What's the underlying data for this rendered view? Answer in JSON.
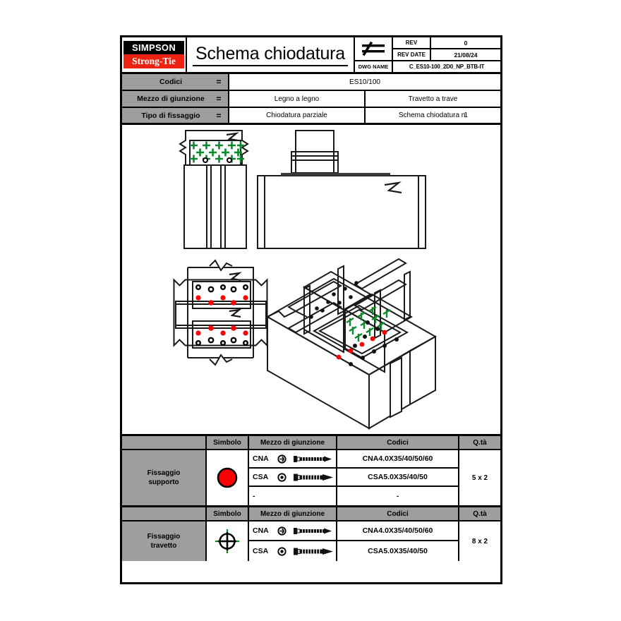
{
  "titleblock": {
    "logo_top": "SIMPSON",
    "logo_bottom": "Strong-Tie",
    "title": "Schema chiodatura",
    "projection_symbol": "≠",
    "projection_label": "DWG NAME",
    "rev_label": "REV",
    "rev_value": "0",
    "rev_date_label": "REV DATE",
    "rev_date_value": "21/08/24",
    "dwg_name_value": "C_ES10-100_2D0_NP_BTB-IT"
  },
  "info": {
    "rows": [
      {
        "label": "Codici",
        "eq": "=",
        "value1": "ES10/100",
        "value2": null,
        "num": null
      },
      {
        "label": "Mezzo di giunzione",
        "eq": "=",
        "value1": "Legno a legno",
        "value2": "Travetto a trave",
        "num": null
      },
      {
        "label": "Tipo di fissaggio",
        "eq": "=",
        "value1": "Chiodatura parziale",
        "value2": "Schema chiodatura n.",
        "num": "1"
      }
    ]
  },
  "legend_headers": {
    "symbol": "Simbolo",
    "means": "Mezzo di giunzione",
    "codes": "Codici",
    "qty": "Q.tà"
  },
  "legend_support": {
    "name_line1": "Fissaggio",
    "name_line2": "supporto",
    "symbol": "red-filled-circle",
    "qty": "5 x 2",
    "rows": [
      {
        "code": "CNA",
        "codes": "CNA4.0X35/40/50/60",
        "fastener": "nail-icon"
      },
      {
        "code": "CSA",
        "codes": "CSA5.0X35/40/50",
        "fastener": "screw-icon"
      },
      {
        "code": "-",
        "codes": "-",
        "fastener": null
      }
    ]
  },
  "legend_joist": {
    "name_line1": "Fissaggio",
    "name_line2": "travetto",
    "symbol": "green-crosshair",
    "qty": "8 x 2",
    "rows": [
      {
        "code": "CNA",
        "codes": "CNA4.0X35/40/50/60",
        "fastener": "nail-icon"
      },
      {
        "code": "CSA",
        "codes": "CSA5.0X35/40/50",
        "fastener": "screw-icon"
      }
    ]
  },
  "drawing": {
    "views": [
      {
        "name": "front-elevation-top-left",
        "markers": "green-crosses-and-black-dots"
      },
      {
        "name": "side-elevation-top-right",
        "markers": "none"
      },
      {
        "name": "plan-view-bottom-left",
        "markers": "red-and-black-dots"
      },
      {
        "name": "isometric-view-bottom-right",
        "markers": "green-crosses-red-and-black-dots"
      }
    ]
  },
  "colors": {
    "brand_red": "#ee2211",
    "marker_red": "#ff0000",
    "marker_green": "#0a8a2a",
    "header_gray": "#9e9e9e",
    "line_black": "#000000"
  }
}
